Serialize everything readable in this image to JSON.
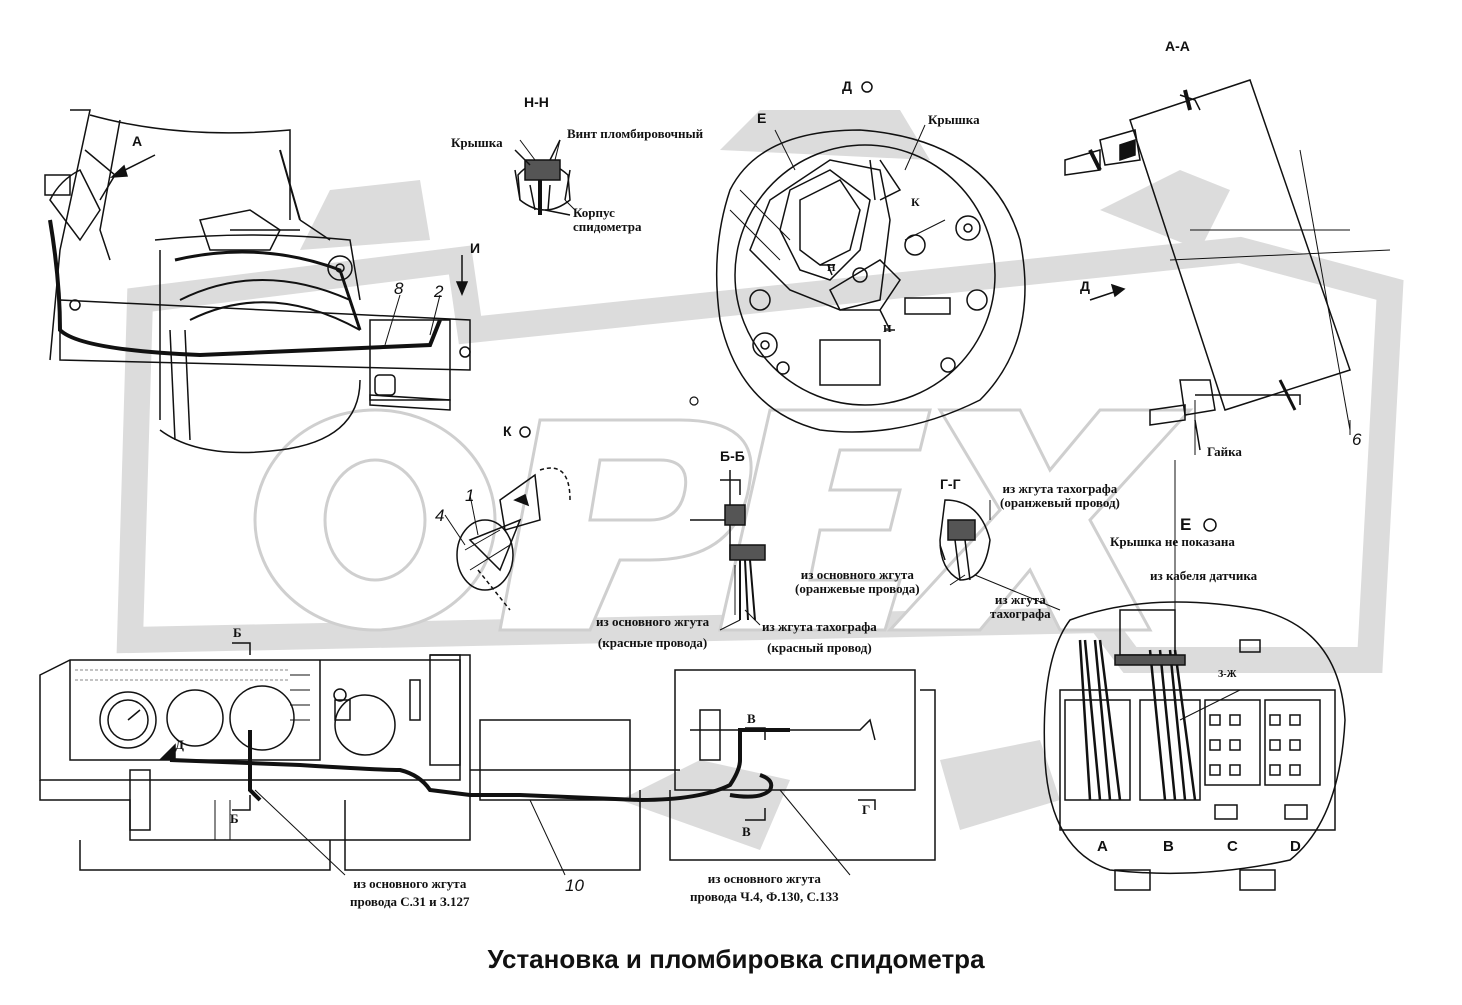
{
  "caption": "Установка и пломбировка спидометра",
  "watermark": "OPEX",
  "views": {
    "nn": "Н-Н",
    "do": "Д",
    "aa": "А-А",
    "ko": "К",
    "bb": "Б-Б",
    "gg": "Г-Г",
    "eo": "Е"
  },
  "arrows": {
    "a": "А",
    "i": "И",
    "d": "Д",
    "e": "Е",
    "k": "К",
    "n_top": "Н",
    "n_bottom": "Н",
    "b_top": "Б",
    "b_bottom": "Б",
    "v_top": "В",
    "v_bottom": "В",
    "g": "Г",
    "d_small": "Д"
  },
  "labels": {
    "cover_nn": "Крышка",
    "seal_screw": "Винт пломбировочный",
    "housing": "Корпус\nспидометра",
    "cover_do": "Крышка",
    "nut": "Гайка",
    "cover_not_shown": "Крышка не показана",
    "from_sensor_cable": "из кабеля датчика",
    "tach_orange": "из жгута тахографа\n(оранжевый провод)",
    "main_orange": "из основного жгута\n(оранжевые провода)",
    "tach_harness": "из жгута\nтахографа",
    "main_red": "из основного жгута\n(красные провода)",
    "tach_red": "из жгута тахографа\n(красный провод)",
    "main_c31": "из основного жгута\nпровода С.31 и З.127",
    "main_ch4": "из основного жгута\nпровода Ч.4, Ф.130, С.133",
    "zh": "З-Ж"
  },
  "numbers": {
    "n1": "1",
    "n2": "2",
    "n4": "4",
    "n6": "6",
    "n8": "8",
    "n10": "10"
  },
  "connectors": [
    "A",
    "B",
    "C",
    "D"
  ]
}
